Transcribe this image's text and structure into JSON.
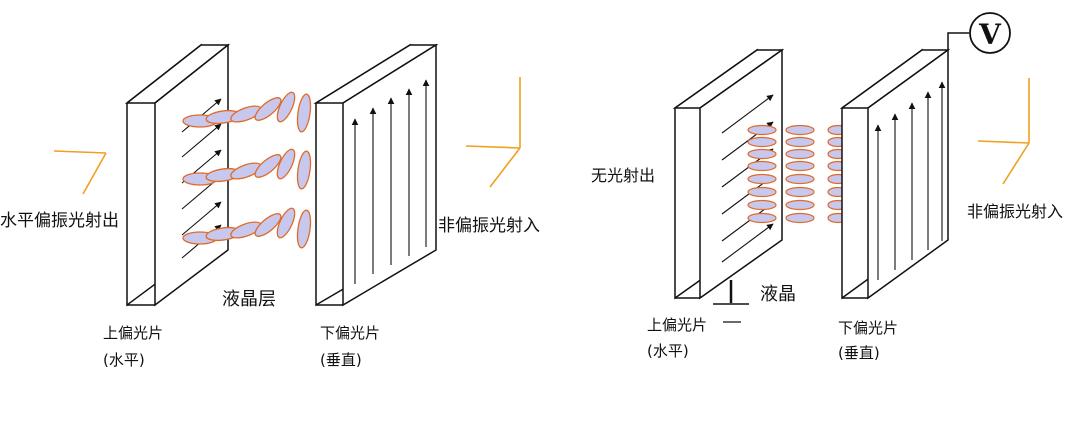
{
  "left_diagram": {
    "output_label": "水平偏振光射出",
    "input_label": "非偏振光射入",
    "lc_layer_label": "液晶层",
    "upper_polarizer": {
      "name": "上偏光片",
      "orientation": "(水平)"
    },
    "lower_polarizer": {
      "name": "下偏光片",
      "orientation": "(垂直)"
    }
  },
  "right_diagram": {
    "output_label": "无光射出",
    "input_label": "非偏振光射入",
    "lc_label": "液晶",
    "voltmeter_symbol": "V",
    "upper_polarizer": {
      "name": "上偏光片",
      "orientation": "(水平)"
    },
    "lower_polarizer": {
      "name": "下偏光片",
      "orientation": "(垂直)"
    }
  },
  "colors": {
    "axis": "#f0a020",
    "molecule_fill": "#c8c8ee",
    "molecule_stroke": "#e06a28",
    "line": "#111111"
  }
}
